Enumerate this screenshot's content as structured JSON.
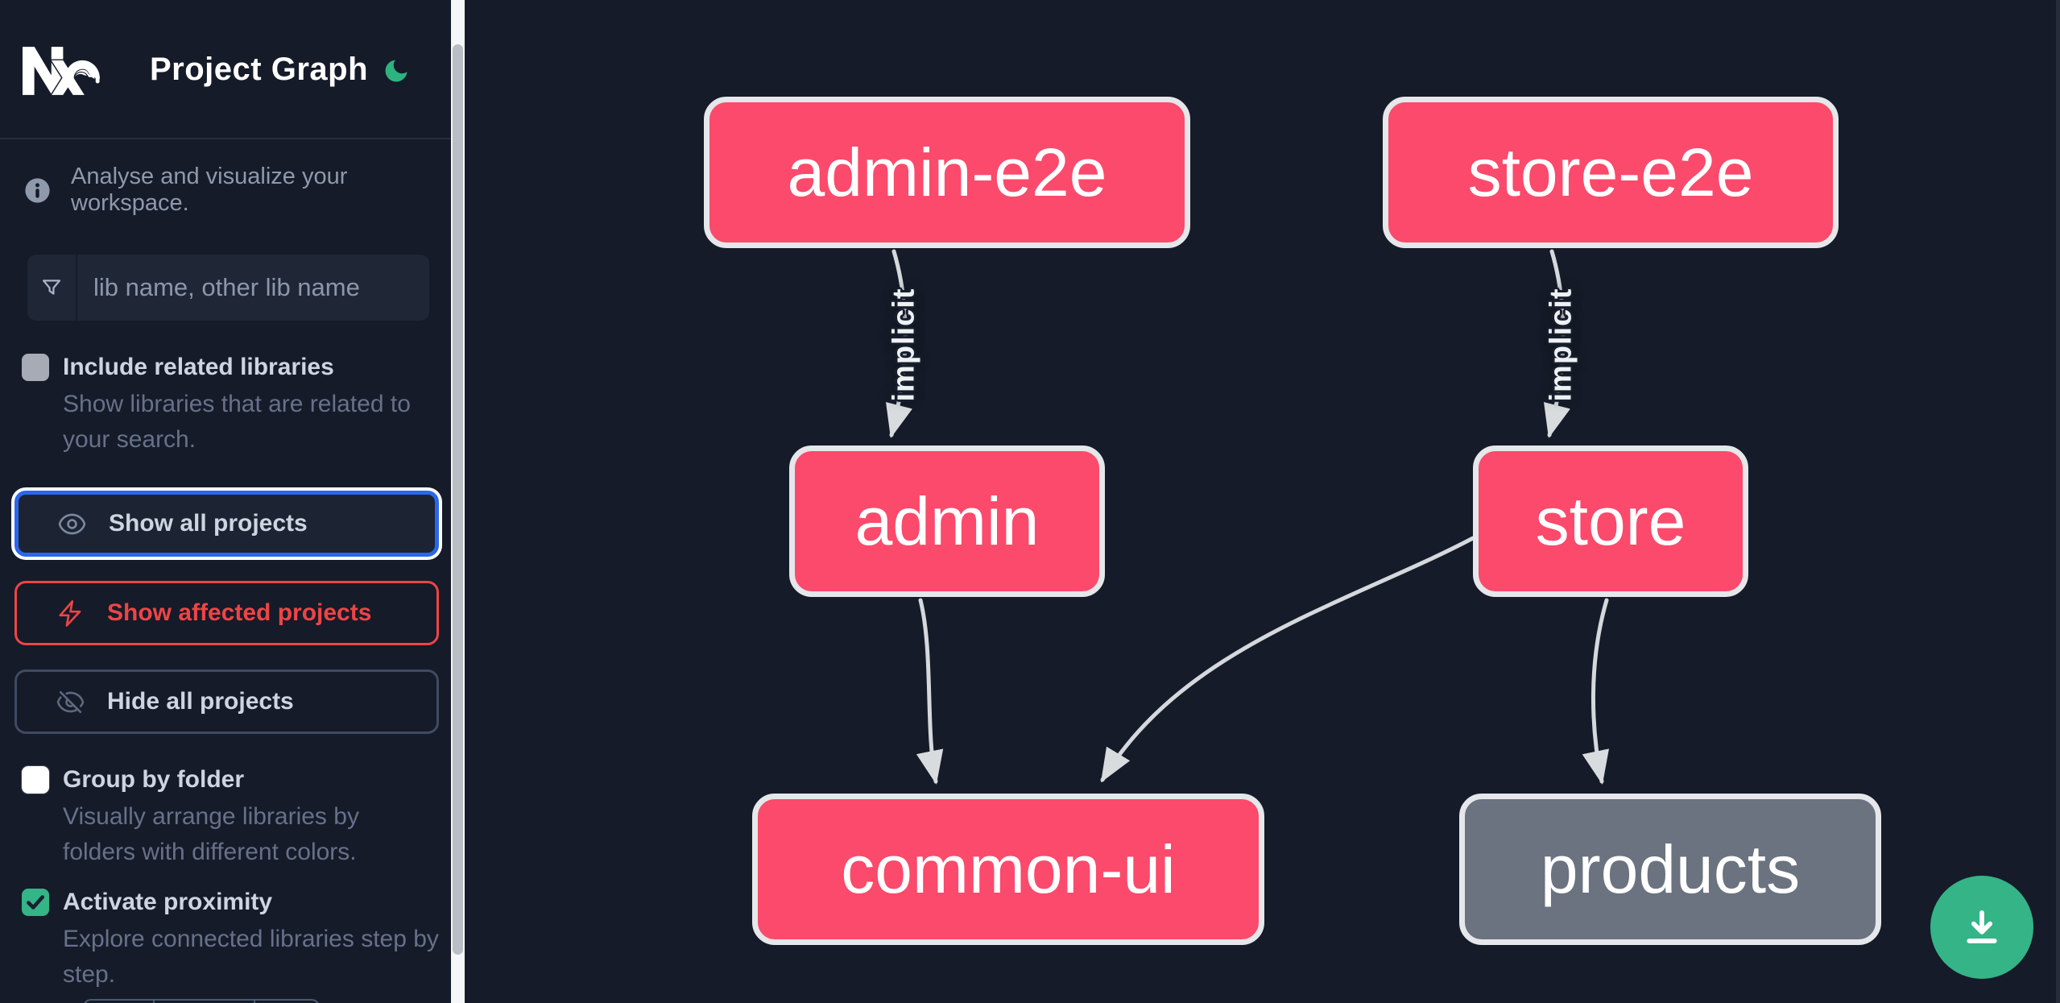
{
  "app": {
    "title": "Project Graph"
  },
  "sidebar": {
    "tagline": "Analyse and visualize your workspace.",
    "search_placeholder": "lib name, other lib name",
    "include_related": {
      "label": "Include related libraries",
      "description": "Show libraries that are related to your search.",
      "checked": false
    },
    "actions": {
      "show_all": "Show all projects",
      "show_affected": "Show affected projects",
      "hide_all": "Hide all projects"
    },
    "group_by_folder": {
      "label": "Group by folder",
      "description": "Visually arrange libraries by folders with different colors.",
      "checked": false
    },
    "proximity": {
      "label": "Activate proximity",
      "description": "Explore connected libraries step by step.",
      "checked": true
    }
  },
  "graph": {
    "nodes": [
      {
        "id": "admin-e2e",
        "label": "admin-e2e",
        "state": "highlighted"
      },
      {
        "id": "store-e2e",
        "label": "store-e2e",
        "state": "highlighted"
      },
      {
        "id": "admin",
        "label": "admin",
        "state": "highlighted"
      },
      {
        "id": "store",
        "label": "store",
        "state": "highlighted"
      },
      {
        "id": "common-ui",
        "label": "common-ui",
        "state": "highlighted"
      },
      {
        "id": "products",
        "label": "products",
        "state": "normal"
      }
    ],
    "edges": [
      {
        "source": "admin-e2e",
        "target": "admin",
        "label": "implicit"
      },
      {
        "source": "store-e2e",
        "target": "store",
        "label": "implicit"
      },
      {
        "source": "admin",
        "target": "common-ui",
        "label": ""
      },
      {
        "source": "store",
        "target": "common-ui",
        "label": ""
      },
      {
        "source": "store",
        "target": "products",
        "label": ""
      }
    ]
  },
  "colors": {
    "background": "#151b28",
    "node_highlight": "#fb4a6b",
    "node_normal": "#6b7280",
    "node_border": "#e5e7ea",
    "edge": "#d5d8dc",
    "accent_green": "#34b487",
    "focus_blue": "#2968ec",
    "affected_red": "#ee4446"
  }
}
